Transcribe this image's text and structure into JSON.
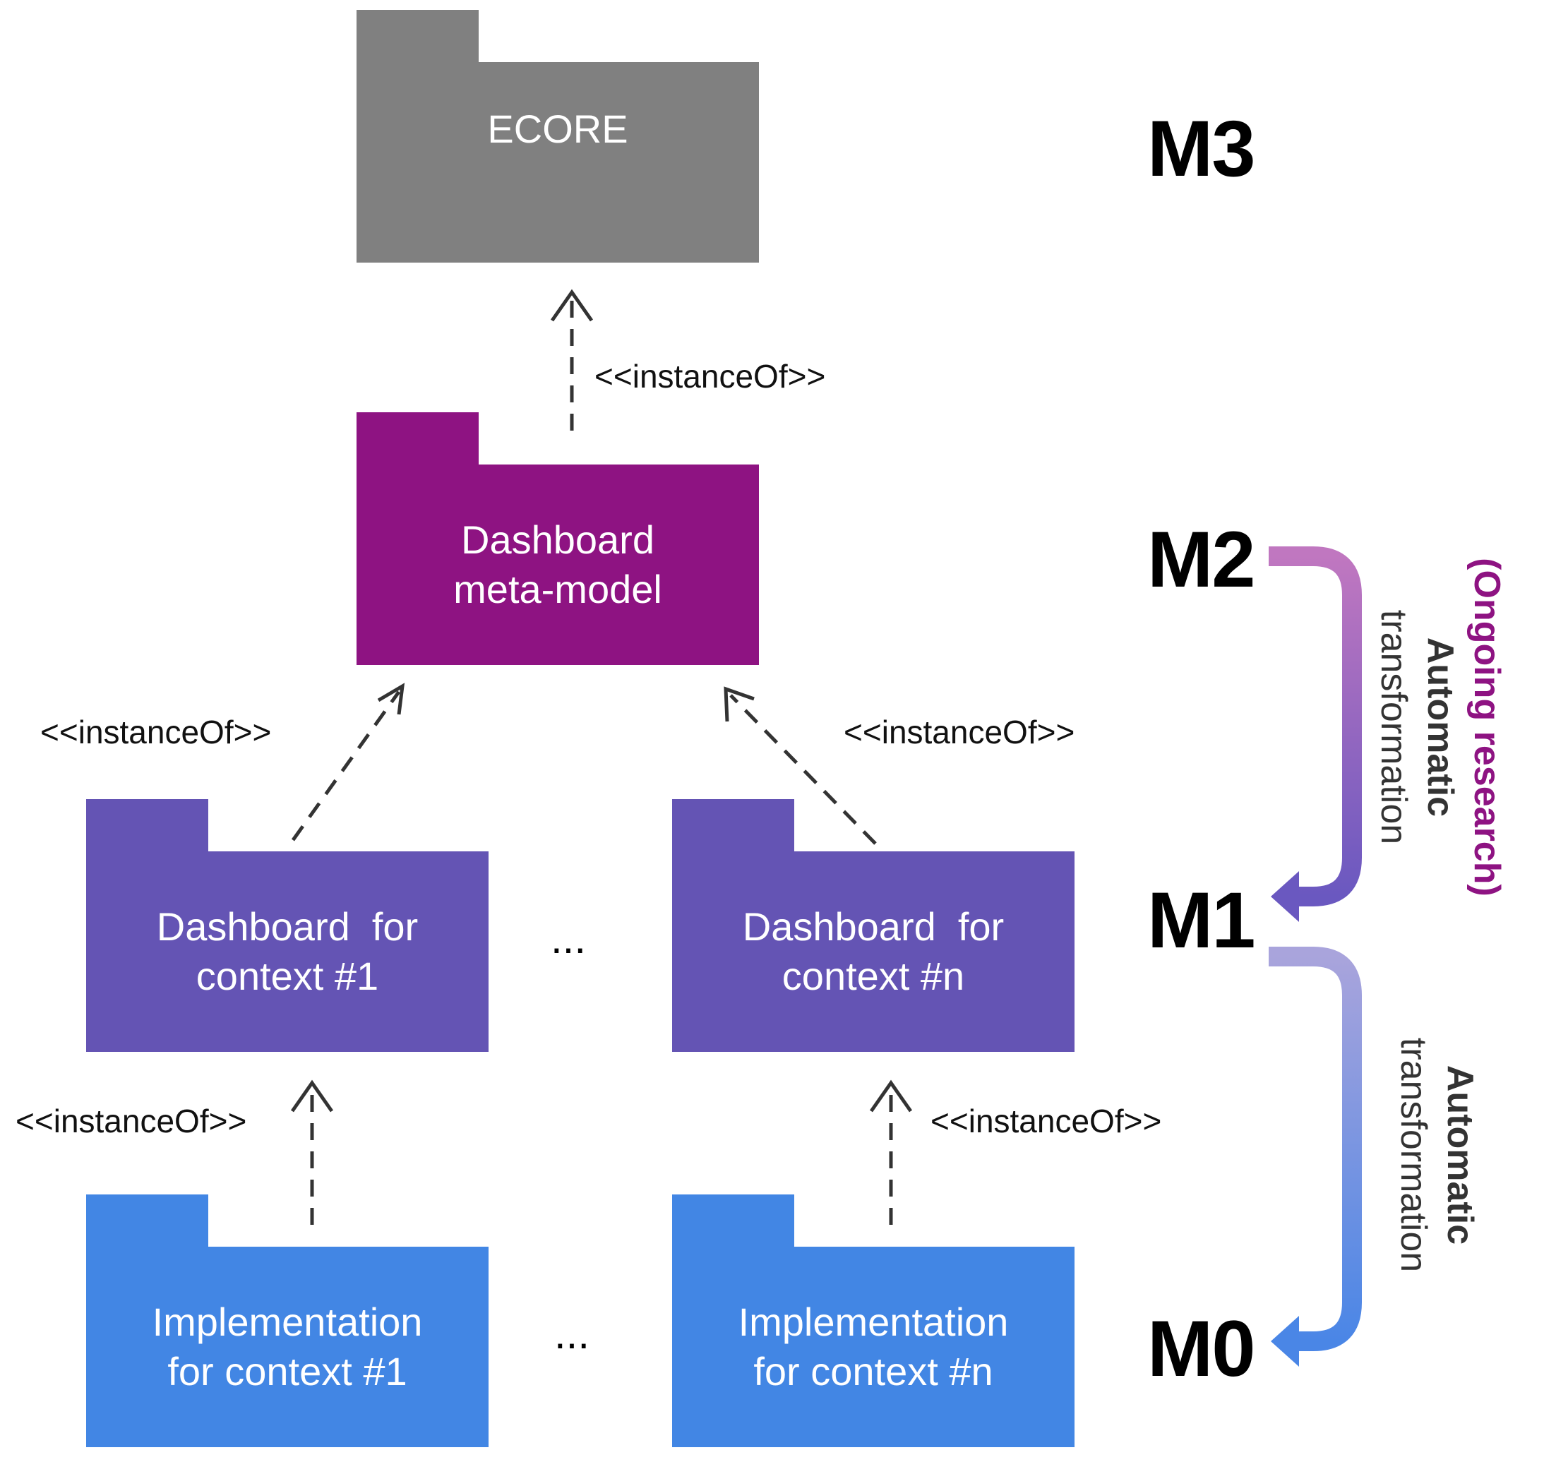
{
  "packages": {
    "ecore": {
      "label": "ECORE",
      "color": "#808080"
    },
    "meta": {
      "line1": "Dashboard",
      "line2": "meta-model",
      "color": "#8E1382"
    },
    "ctx1": {
      "line1": "Dashboard  for",
      "line2": "context #1",
      "color": "#6454B4"
    },
    "ctxn": {
      "line1": "Dashboard  for",
      "line2": "context #n",
      "color": "#6454B4"
    },
    "impl1": {
      "line1": "Implementation",
      "line2": "for context #1",
      "color": "#4286E4"
    },
    "impln": {
      "line1": "Implementation",
      "line2": "for context #n",
      "color": "#4286E4"
    }
  },
  "relations": {
    "meta_to_ecore": "<<instanceOf>>",
    "ctx1_to_meta": "<<instanceOf>>",
    "ctxn_to_meta": "<<instanceOf>>",
    "impl1_to_ctx1": "<<instanceOf>>",
    "impln_to_ctxn": "<<instanceOf>>"
  },
  "ellipsis": {
    "m1_row": "...",
    "m0_row": "..."
  },
  "levels": {
    "m3": "M3",
    "m2": "M2",
    "m1": "M1",
    "m0": "M0"
  },
  "transformations": {
    "m2_to_m1": {
      "line1": "(Ongoing research)",
      "line2": "Automatic",
      "line3": "transformation",
      "accent": "#8E1382"
    },
    "m1_to_m0": {
      "line1": "Automatic",
      "line2": "transformation"
    }
  }
}
